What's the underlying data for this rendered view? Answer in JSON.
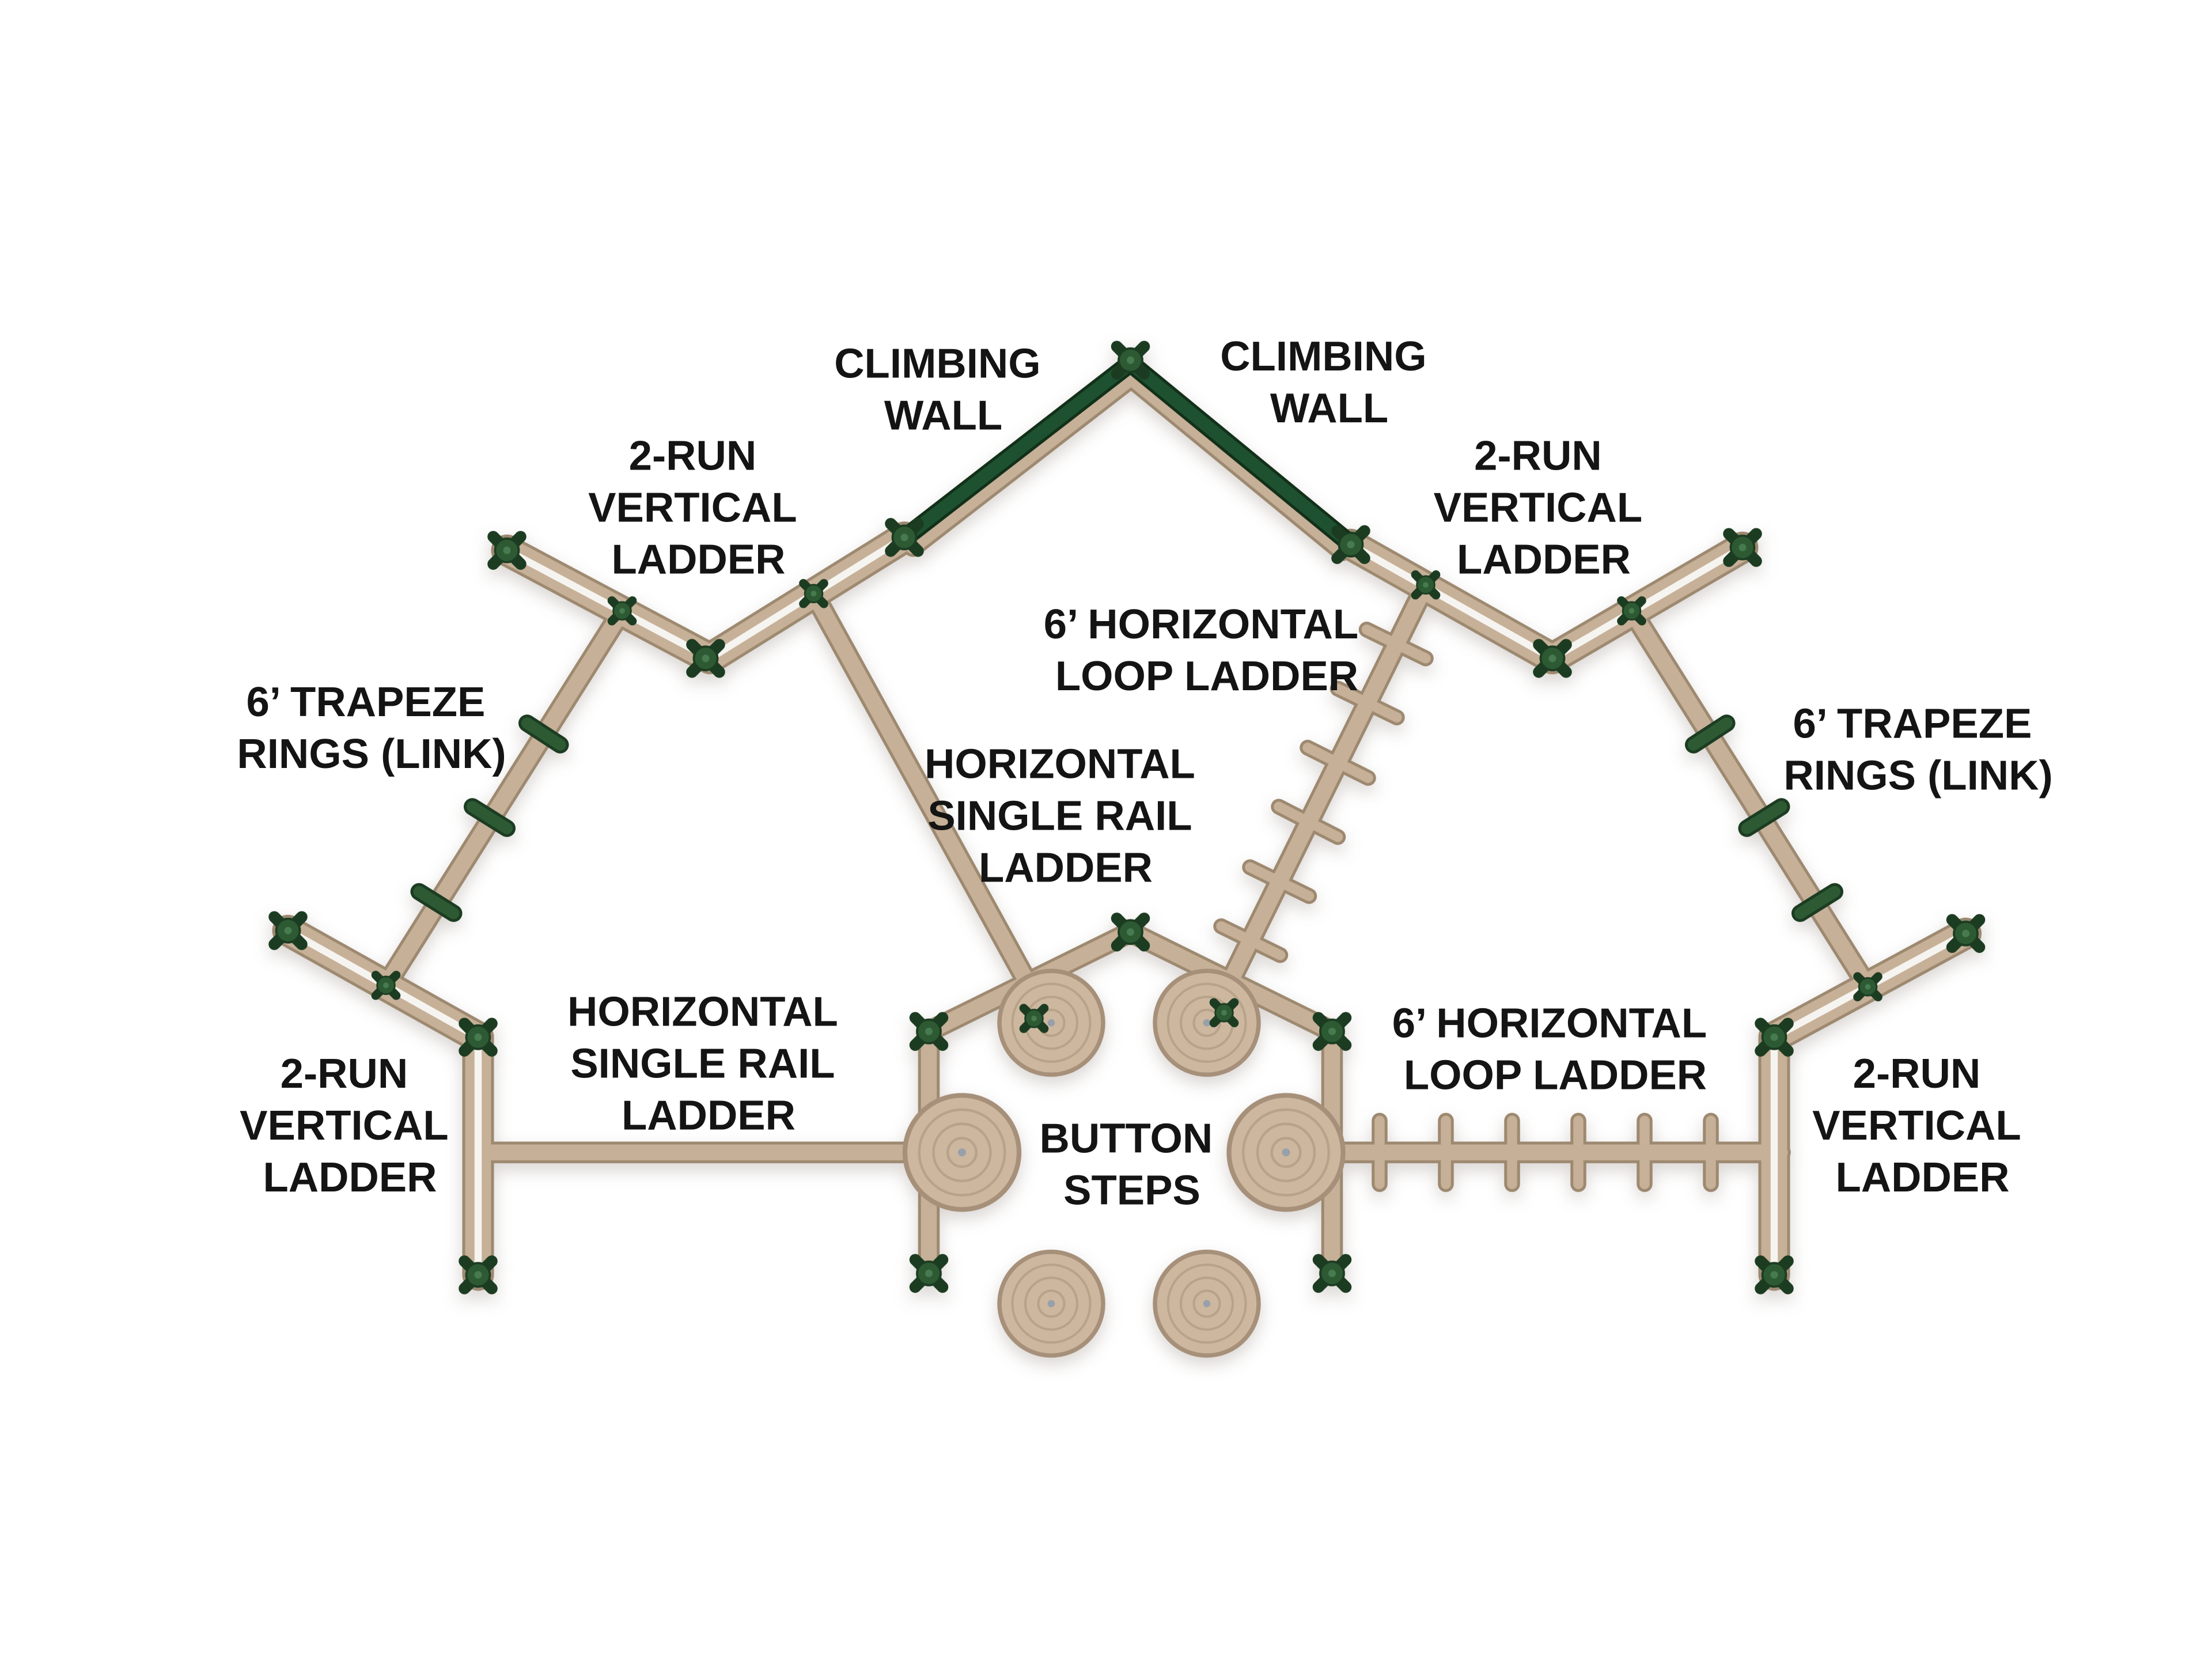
{
  "colors": {
    "background": "#ffffff",
    "rail": "#c6b097",
    "rail_edge": "#9d8970",
    "rail_gap": "#f6f4f0",
    "green": "#2d5a33",
    "green_dark": "#1c3c22",
    "green_mid": "#477a4f",
    "climbing_wall": "#1e5130",
    "climbing_wall_edge": "#123019",
    "step": "#cdb79f",
    "step_edge": "#a6907a",
    "step_ring": "#b7a28a",
    "text": "#141414"
  },
  "labels": {
    "climbing_wall_left": {
      "lines": [
        "CLIMBING",
        "WALL"
      ]
    },
    "climbing_wall_right": {
      "lines": [
        "CLIMBING",
        "WALL"
      ]
    },
    "two_run_ladder_top_left": {
      "lines": [
        "2-RUN",
        "VERTICAL",
        "LADDER"
      ]
    },
    "two_run_ladder_top_right": {
      "lines": [
        "2-RUN",
        "VERTICAL",
        "LADDER"
      ]
    },
    "loop_ladder_top": {
      "lines": [
        "6’ HORIZONTAL",
        "LOOP LADDER"
      ]
    },
    "trapeze_rings_left": {
      "lines": [
        "6’ TRAPEZE",
        "RINGS (LINK)"
      ]
    },
    "trapeze_rings_right": {
      "lines": [
        "6’ TRAPEZE",
        "RINGS (LINK)"
      ]
    },
    "single_rail_center": {
      "lines": [
        "HORIZONTAL",
        "SINGLE RAIL",
        "LADDER"
      ]
    },
    "single_rail_bottom_left": {
      "lines": [
        "HORIZONTAL",
        "SINGLE RAIL",
        "LADDER"
      ]
    },
    "two_run_ladder_bottom_left": {
      "lines": [
        "2-RUN",
        "VERTICAL",
        "LADDER"
      ]
    },
    "two_run_ladder_bottom_right": {
      "lines": [
        "2-RUN",
        "VERTICAL",
        "LADDER"
      ]
    },
    "loop_ladder_bottom": {
      "lines": [
        "6’ HORIZONTAL",
        "LOOP LADDER"
      ]
    },
    "button_steps": {
      "lines": [
        "BUTTON",
        "STEPS"
      ]
    }
  }
}
